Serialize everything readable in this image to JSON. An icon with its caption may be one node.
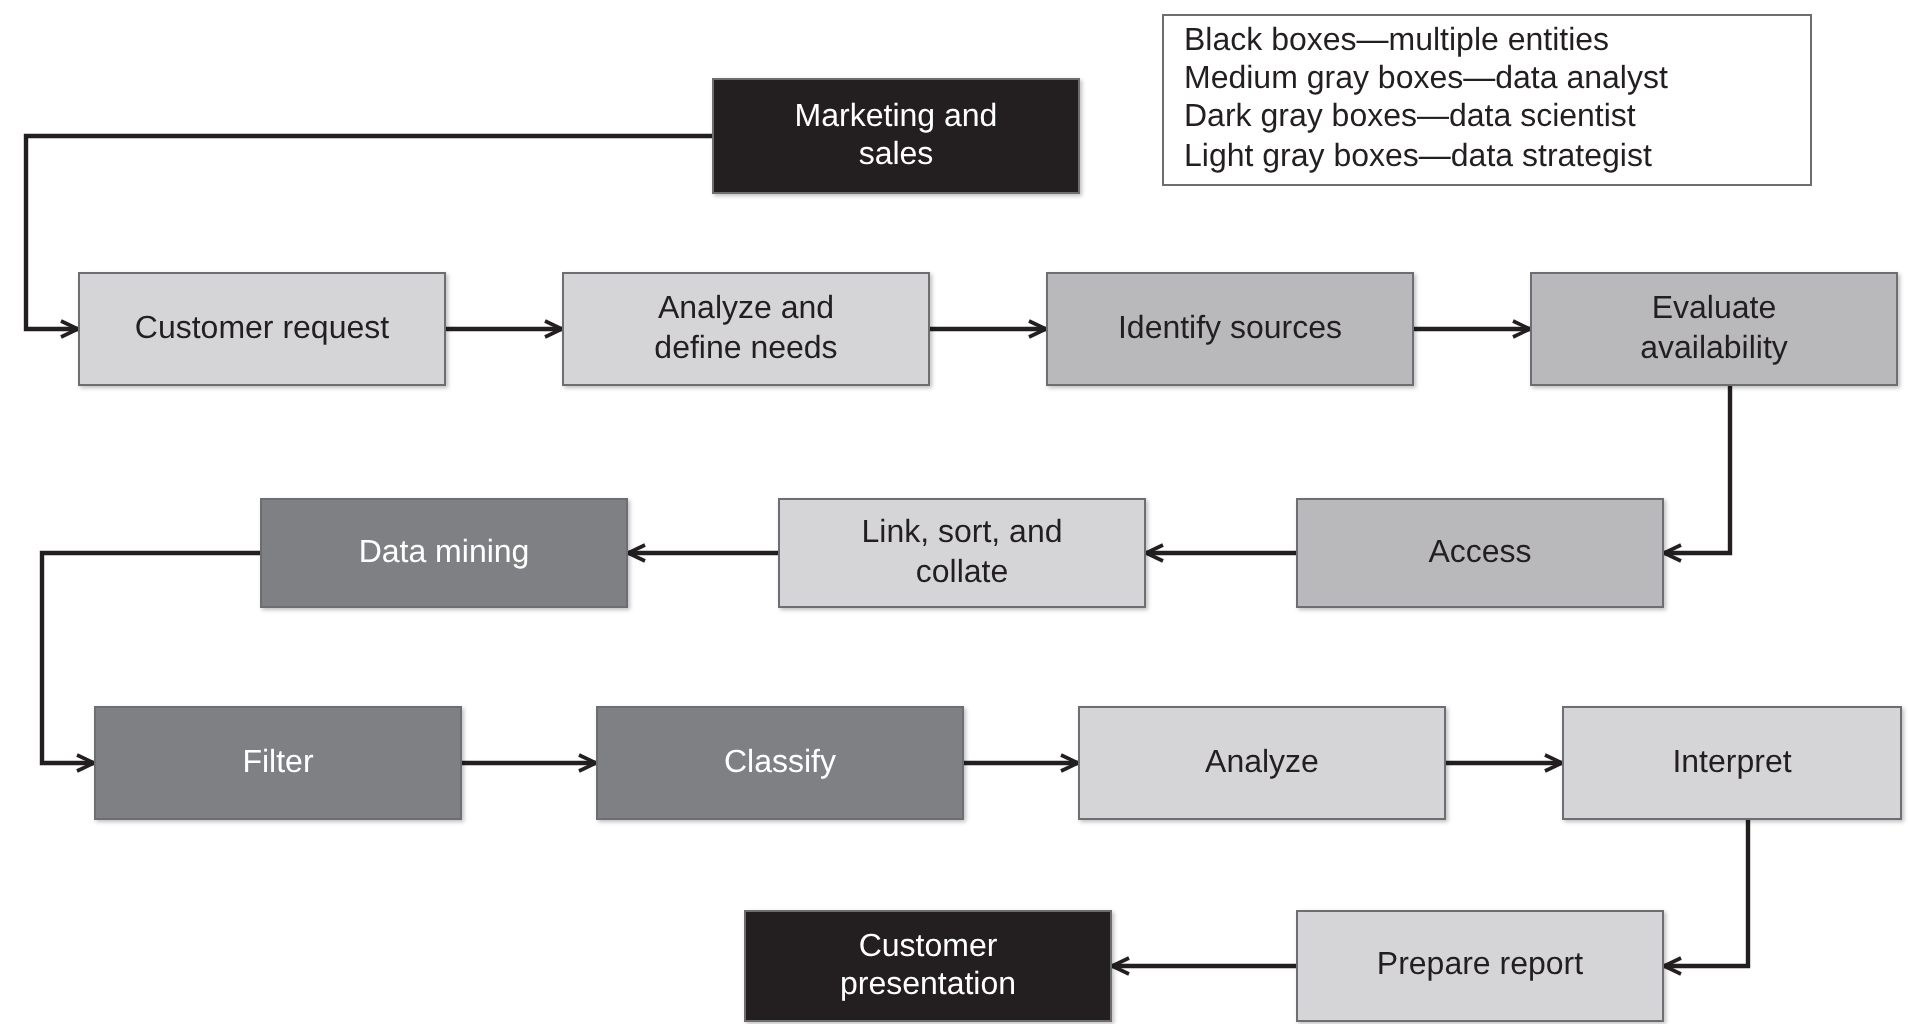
{
  "diagram": {
    "nodes": [
      {
        "text": [
          "Marketing and sales"
        ]
      },
      {
        "text": [
          "Customer request"
        ]
      },
      {
        "text": [
          "Analyze and define needs"
        ]
      },
      {
        "text": [
          "Identify sources"
        ]
      },
      {
        "text": [
          "Evaluate availability"
        ]
      },
      {
        "text": [
          "Access"
        ]
      },
      {
        "text": [
          "Link, sort, and collate"
        ]
      },
      {
        "text": [
          "Data mining"
        ]
      },
      {
        "text": [
          "Filter"
        ]
      },
      {
        "text": [
          "Classify"
        ]
      },
      {
        "text": [
          "Analyze"
        ]
      },
      {
        "text": [
          "Interpret"
        ]
      },
      {
        "text": [
          "Prepare report"
        ]
      },
      {
        "text": [
          "Customer presentation"
        ]
      }
    ],
    "edges": [
      {
        "from": 0,
        "to": 1,
        "arrow": "to"
      },
      {
        "from": 1,
        "to": 2,
        "arrow": "to"
      },
      {
        "from": 2,
        "to": 3,
        "arrow": "to"
      },
      {
        "from": 3,
        "to": 4,
        "arrow": "to"
      },
      {
        "from": 4,
        "to": 5,
        "arrow": "to"
      },
      {
        "from": 5,
        "to": 6,
        "arrow": "to"
      },
      {
        "from": 6,
        "to": 7,
        "arrow": "to"
      },
      {
        "from": 7,
        "to": 8,
        "arrow": "to"
      },
      {
        "from": 8,
        "to": 9,
        "arrow": "to"
      },
      {
        "from": 9,
        "to": 10,
        "arrow": "to"
      },
      {
        "from": 10,
        "to": 11,
        "arrow": "to"
      },
      {
        "from": 11,
        "to": 12,
        "arrow": "to"
      },
      {
        "from": 12,
        "to": 13,
        "arrow": "to"
      }
    ],
    "legend": [
      {
        "text": "Black boxes—multiple entities"
      },
      {
        "text": "Medium gray boxes—data analyst"
      },
      {
        "text": "Dark gray boxes—data scientist"
      },
      {
        "text": "Light gray boxes—data strategist"
      }
    ]
  }
}
